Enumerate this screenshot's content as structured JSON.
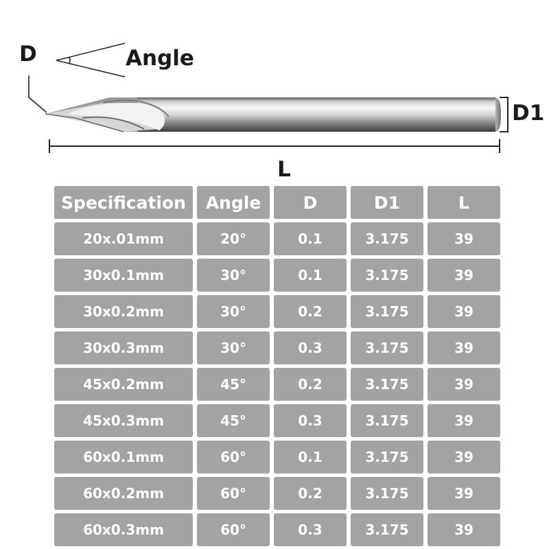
{
  "labels": {
    "d": "D",
    "angle": "Angle",
    "d1": "D1",
    "l": "L"
  },
  "table": {
    "headers": [
      "Specification",
      "Angle",
      "D",
      "D1",
      "L"
    ],
    "rows": [
      [
        "20x.01mm",
        "20°",
        "0.1",
        "3.175",
        "39"
      ],
      [
        "30x0.1mm",
        "30°",
        "0.1",
        "3.175",
        "39"
      ],
      [
        "30x0.2mm",
        "30°",
        "0.2",
        "3.175",
        "39"
      ],
      [
        "30x0.3mm",
        "30°",
        "0.3",
        "3.175",
        "39"
      ],
      [
        "45x0.2mm",
        "45°",
        "0.2",
        "3.175",
        "39"
      ],
      [
        "45x0.3mm",
        "45°",
        "0.3",
        "3.175",
        "39"
      ],
      [
        "60x0.1mm",
        "60°",
        "0.1",
        "3.175",
        "39"
      ],
      [
        "60x0.2mm",
        "60°",
        "0.2",
        "3.175",
        "39"
      ],
      [
        "60x0.3mm",
        "60°",
        "0.3",
        "3.175",
        "39"
      ]
    ]
  }
}
